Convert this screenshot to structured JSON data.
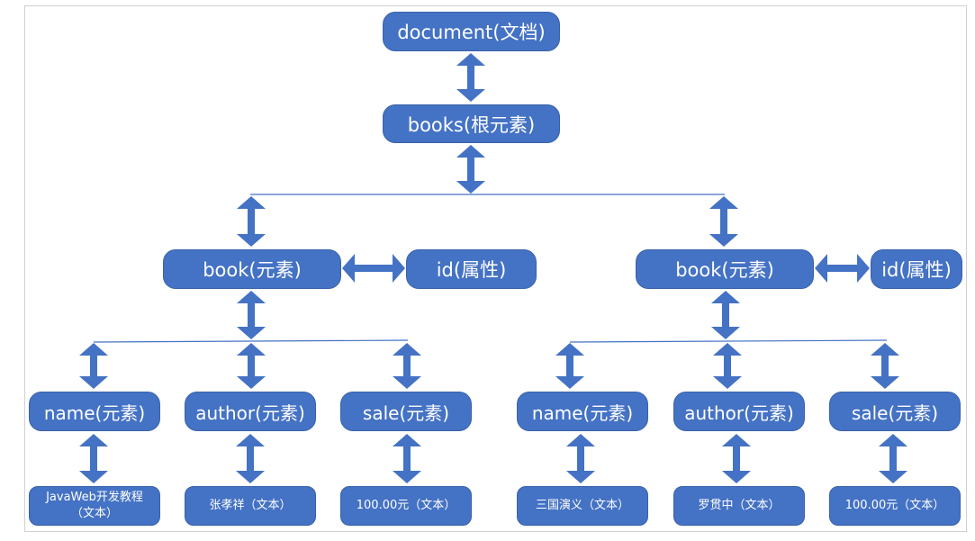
{
  "colors": {
    "node_fill": "#4472c4",
    "node_border": "#3a62a8",
    "connector": "#4472c4",
    "line": "#4472c4",
    "text": "#ffffff"
  },
  "diagram": {
    "document": "document(文档)",
    "root": "books(根元素)",
    "books": [
      {
        "element": "book(元素)",
        "attribute": "id(属性)",
        "children": [
          {
            "label": "name(元素)",
            "text": "JavaWeb开发教程（文本）"
          },
          {
            "label": "author(元素)",
            "text": "张孝祥（文本）"
          },
          {
            "label": "sale(元素)",
            "text": "100.00元（文本）"
          }
        ]
      },
      {
        "element": "book(元素)",
        "attribute": "id(属性)",
        "children": [
          {
            "label": "name(元素)",
            "text": "三国演义（文本）"
          },
          {
            "label": "author(元素)",
            "text": "罗贯中（文本）"
          },
          {
            "label": "sale(元素)",
            "text": "100.00元（文本）"
          }
        ]
      }
    ]
  }
}
